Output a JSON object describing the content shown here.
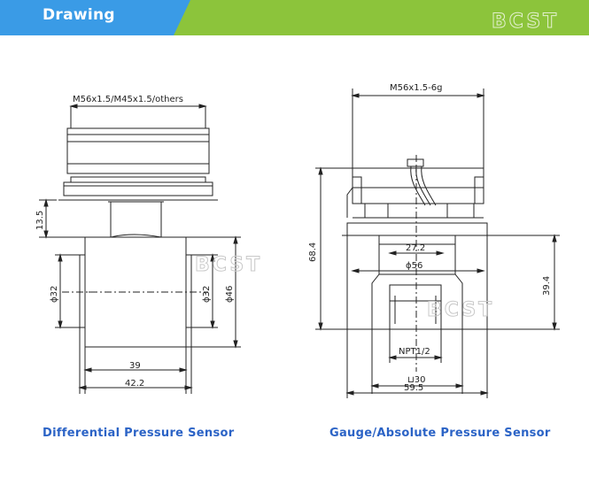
{
  "header": {
    "title": "Drawing",
    "watermark": "BCST",
    "colors": {
      "blue": "#3a9be6",
      "green": "#8cc43b"
    }
  },
  "differential": {
    "caption": "Differential Pressure Sensor",
    "thread_label": "M56x1.5/M45x1.5/others",
    "dim_height": "13.5",
    "dim_bore_left": "ϕ32",
    "dim_bore_right": "ϕ32",
    "dim_body": "ϕ46",
    "dim_inner_width": "39",
    "dim_outer_width": "42.2",
    "watermark": "BCST"
  },
  "gauge": {
    "caption": "Gauge/Absolute Pressure Sensor",
    "thread_label": "M56x1.5-6g",
    "dim_total_height": "68.4",
    "dim_port_height": "39.4",
    "dim_inner_dia": "27.2",
    "dim_flange_dia": "ϕ56",
    "port_label": "NPT1/2",
    "dim_hex": "⊔30",
    "dim_base": "59.5",
    "watermark": "BCST"
  }
}
